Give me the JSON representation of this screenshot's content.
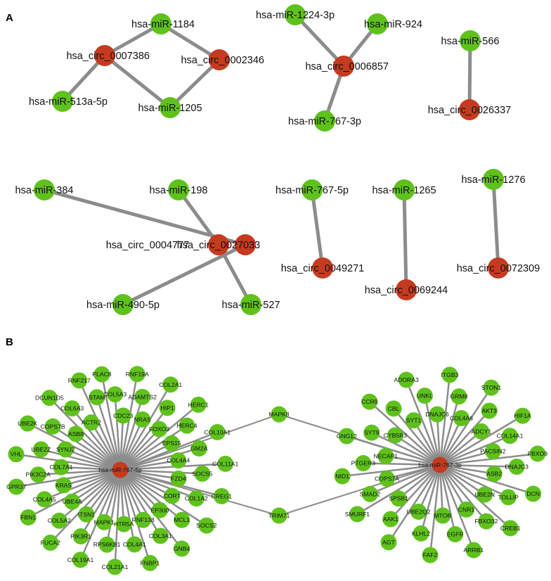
{
  "panels": {
    "a": "A",
    "b": "B"
  },
  "colors": {
    "mirna": "#5fc21c",
    "circrna": "#c53b1f",
    "edge": "#8c8c8c"
  },
  "panel_a": {
    "nodes": [
      {
        "id": "c0007386",
        "label": "hsa_circ_0007386",
        "type": "circrna"
      },
      {
        "id": "c0002346",
        "label": "hsa_circ_0002346",
        "type": "circrna"
      },
      {
        "id": "m1184",
        "label": "hsa-miR-1184",
        "type": "mirna"
      },
      {
        "id": "m513",
        "label": "hsa-miR-513a-5p",
        "type": "mirna"
      },
      {
        "id": "m1205",
        "label": "hsa-miR-1205",
        "type": "mirna"
      },
      {
        "id": "c0006857",
        "label": "hsa_circ_0006857",
        "type": "circrna"
      },
      {
        "id": "m1224",
        "label": "hsa-miR-1224-3p",
        "type": "mirna"
      },
      {
        "id": "m924",
        "label": "hsa-miR-924",
        "type": "mirna"
      },
      {
        "id": "m767_3p",
        "label": "hsa-miR-767-3p",
        "type": "mirna"
      },
      {
        "id": "m566",
        "label": "hsa-miR-566",
        "type": "mirna"
      },
      {
        "id": "c0026337",
        "label": "hsa_circ_0026337",
        "type": "circrna"
      },
      {
        "id": "m384",
        "label": "hsa-miR-384",
        "type": "mirna"
      },
      {
        "id": "c0004777",
        "label": "hsa_circ_0004777",
        "type": "circrna"
      },
      {
        "id": "m490",
        "label": "hsa-miR-490-5p",
        "type": "mirna"
      },
      {
        "id": "m198",
        "label": "hsa-miR-198",
        "type": "mirna"
      },
      {
        "id": "c0027033",
        "label": "hsa_circ_0027033",
        "type": "circrna"
      },
      {
        "id": "m527",
        "label": "hsa-miR-527",
        "type": "mirna"
      },
      {
        "id": "m767_5p",
        "label": "hsa-miR-767-5p",
        "type": "mirna"
      },
      {
        "id": "c0049271",
        "label": "hsa_circ_0049271",
        "type": "circrna"
      },
      {
        "id": "m1265",
        "label": "hsa-miR-1265",
        "type": "mirna"
      },
      {
        "id": "c0069244",
        "label": "hsa_circ_0069244",
        "type": "circrna"
      },
      {
        "id": "m1276",
        "label": "hsa-miR-1276",
        "type": "mirna"
      },
      {
        "id": "c0072309",
        "label": "hsa_circ_0072309",
        "type": "circrna"
      }
    ],
    "edges": [
      [
        "c0007386",
        "m1184"
      ],
      [
        "c0007386",
        "m513"
      ],
      [
        "c0007386",
        "m1205"
      ],
      [
        "c0002346",
        "m1184"
      ],
      [
        "c0002346",
        "m1205"
      ],
      [
        "c0006857",
        "m1224"
      ],
      [
        "c0006857",
        "m924"
      ],
      [
        "c0006857",
        "m767_3p"
      ],
      [
        "m566",
        "c0026337"
      ],
      [
        "m384",
        "c0004777"
      ],
      [
        "c0004777",
        "m490"
      ],
      [
        "m198",
        "c0027033"
      ],
      [
        "c0027033",
        "m527"
      ],
      [
        "m767_5p",
        "c0049271"
      ],
      [
        "m1265",
        "c0069244"
      ],
      [
        "m1276",
        "c0072309"
      ]
    ]
  },
  "panel_b": {
    "links": [
      {
        "label": "MAPK8"
      },
      {
        "label": "TRIM71"
      }
    ],
    "hubs": [
      {
        "label": "hsa-miR-767-5p",
        "genes": [
          "PLAC8",
          "COL5A3",
          "CDC23",
          "RNF19A",
          "ADAMTS2",
          "NRAS",
          "COL2A1",
          "HIP1",
          "FOXO3",
          "HERC1",
          "HERC4",
          "EPS15",
          "COL10A1",
          "GM2A",
          "COL4A4",
          "COL11A1",
          "SOCS5",
          "FZD4",
          "CREG1",
          "COL1A2",
          "CORT",
          "SOCS2",
          "MCL1",
          "EP300",
          "GNB4",
          "COL3A1",
          "RNF138",
          "FNBP1",
          "COL4A1",
          "HTR5A",
          "COL21A1",
          "RPS6KB1",
          "MAPK1",
          "COL19A1",
          "PIK3R1",
          "ITSN1",
          "FUCA2",
          "COL5A2",
          "UBE4A",
          "FBN1",
          "COL4A5",
          "KRAS",
          "GPR37",
          "PIK3C2A",
          "COL7A1",
          "VHL",
          "UBE2Z",
          "SYNJ2",
          "UBE2K",
          "COPS7B",
          "ASB8",
          "DCUN1D5",
          "COL6A3",
          "ACTR2",
          "RNF217",
          "STAM"
        ]
      },
      {
        "label": "hsa-miR-767-3p",
        "genes": [
          "ADORA3",
          "UNKL",
          "DNAJC6",
          "ITGB3",
          "GRM8",
          "COL4A6",
          "STON1",
          "AKT3",
          "ADCY1",
          "HIF1A",
          "COL14A1",
          "PACSIN2",
          "FBXO9",
          "DNAJC3",
          "ASB2",
          "DCN",
          "TOLLIP",
          "UBE2N",
          "CREB1",
          "FBXO32",
          "CNR1",
          "ARRB1",
          "EGFR",
          "MTOR",
          "FAF2",
          "KLHL2",
          "UBE2Q2",
          "AGT",
          "AAK1",
          "SPSB1",
          "SMURF1",
          "SMAD2",
          "COPS7A",
          "NID1",
          "PTGER3",
          "NECAP1",
          "GNG12",
          "SYT9",
          "CYB5R3",
          "CCR9",
          "CBL",
          "SYT1"
        ]
      }
    ]
  }
}
